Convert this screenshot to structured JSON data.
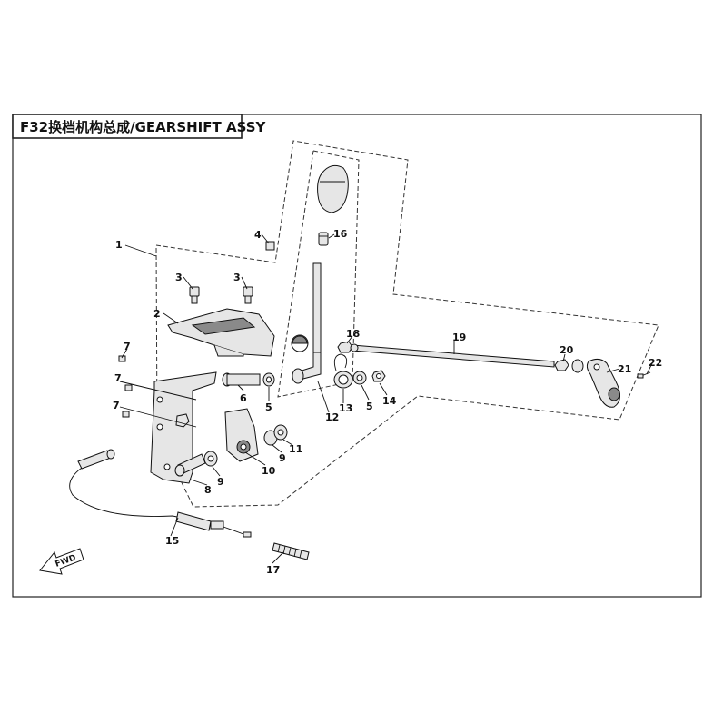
{
  "title": "F32换档机构总成/GEARSHIFT ASSY",
  "direction_label": "FWD",
  "callouts": [
    "1",
    "2",
    "3",
    "3",
    "4",
    "5",
    "5",
    "6",
    "7",
    "7",
    "7",
    "8",
    "9",
    "9",
    "10",
    "11",
    "12",
    "13",
    "14",
    "15",
    "16",
    "17",
    "18",
    "19",
    "20",
    "21",
    "22"
  ]
}
